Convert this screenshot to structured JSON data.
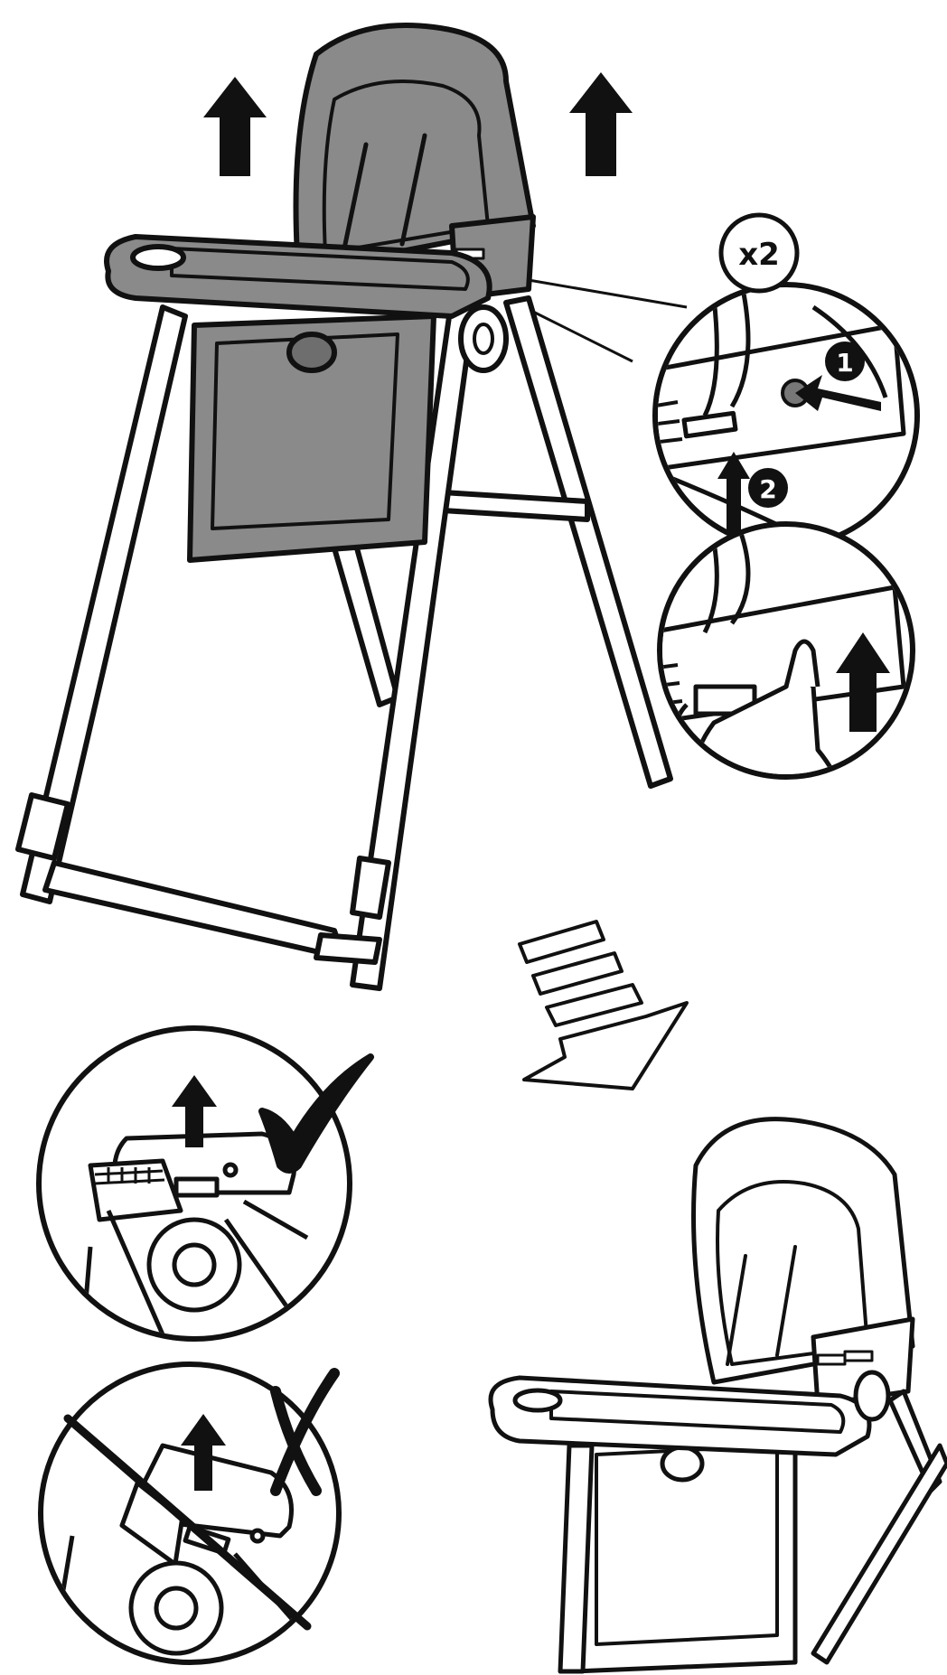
{
  "illustration": {
    "description_free": true,
    "quantity_badge": {
      "label": "x2"
    },
    "step_markers": [
      {
        "label": "1"
      },
      {
        "label": "2"
      }
    ],
    "result_indicators": [
      {
        "icon": "checkmark-icon",
        "meaning": "correct"
      },
      {
        "icon": "cross-icon",
        "meaning": "incorrect"
      }
    ],
    "colors": {
      "line": "#111111",
      "seat_gray": "#8a8a8a",
      "seat_dark": "#6e6e6e",
      "background": "#ffffff"
    }
  }
}
